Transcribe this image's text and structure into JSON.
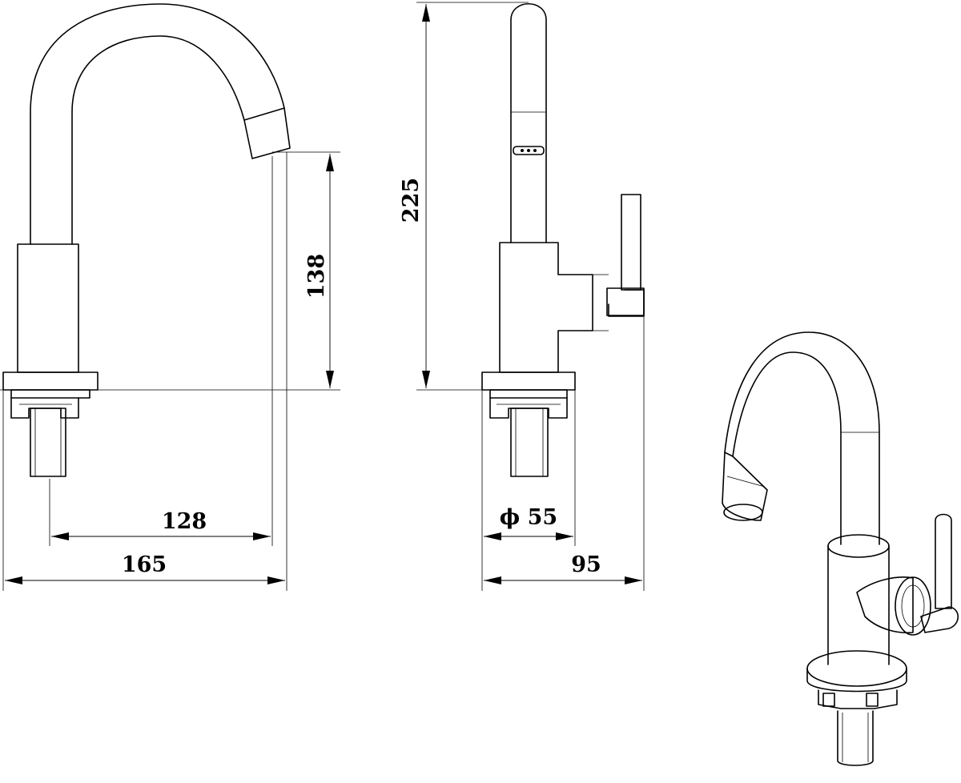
{
  "dimensions": {
    "d_128": "128",
    "d_165": "165",
    "d_138": "138",
    "d_225": "225",
    "d_phi55": "ϕ 55",
    "d_95": "95"
  },
  "colors": {
    "line": "#000000",
    "background": "#ffffff"
  }
}
